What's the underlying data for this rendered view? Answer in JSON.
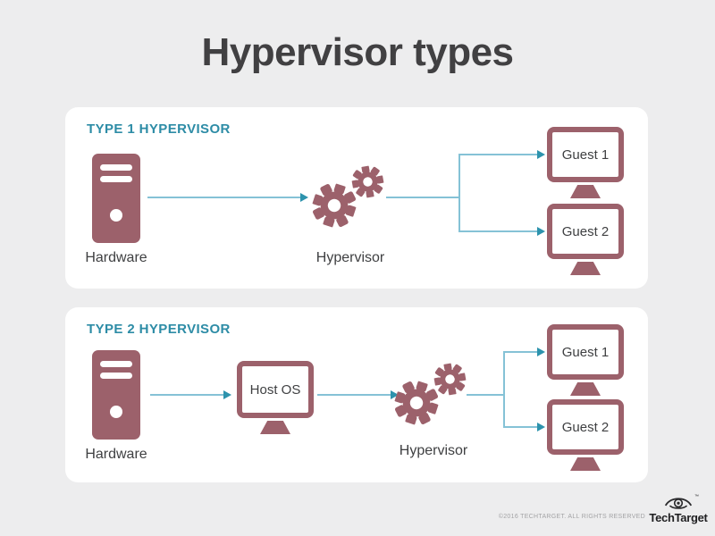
{
  "title": "Hypervisor types",
  "colors": {
    "background": "#ededee",
    "panel": "#ffffff",
    "title_text": "#414042",
    "heading_teal": "#2d8ca6",
    "icon_mauve": "#9c616b",
    "arrow_line": "#85c2d6",
    "arrow_head": "#2d93ad",
    "label_text": "#3f4042",
    "footer_text": "#a3a3a5",
    "brand_text": "#1f1f21"
  },
  "panels": [
    {
      "heading": "TYPE 1 HYPERVISOR",
      "hardware_label": "Hardware",
      "hypervisor_label": "Hypervisor",
      "guests": [
        "Guest 1",
        "Guest 2"
      ]
    },
    {
      "heading": "TYPE 2 HYPERVISOR",
      "hardware_label": "Hardware",
      "host_os_label": "Host OS",
      "hypervisor_label": "Hypervisor",
      "guests": [
        "Guest 1",
        "Guest 2"
      ]
    }
  ],
  "footer": {
    "copyright": "©2016 TECHTARGET. ALL RIGHTS RESERVED",
    "brand": "TechTarget",
    "trademark": "™"
  }
}
